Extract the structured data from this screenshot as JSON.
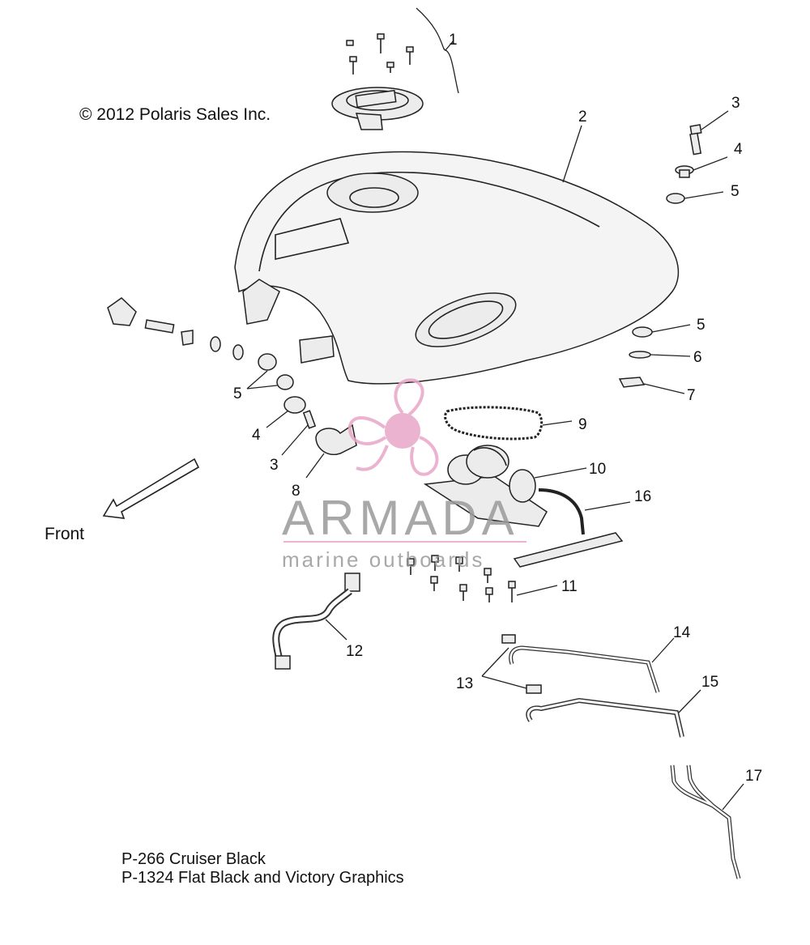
{
  "copyright": "© 2012 Polaris Sales Inc.",
  "front_label": "Front",
  "callouts": [
    "1",
    "2",
    "3",
    "4",
    "5",
    "5",
    "6",
    "7",
    "9",
    "10",
    "16",
    "11",
    "12",
    "13",
    "14",
    "15",
    "17",
    "5",
    "4",
    "3",
    "8"
  ],
  "footnotes": [
    "P-266  Cruiser Black",
    "P-1324  Flat Black and Victory Graphics"
  ],
  "watermark": {
    "brand": "ARMADA",
    "tagline": "marine outboards",
    "color": "#e8a6c8"
  }
}
